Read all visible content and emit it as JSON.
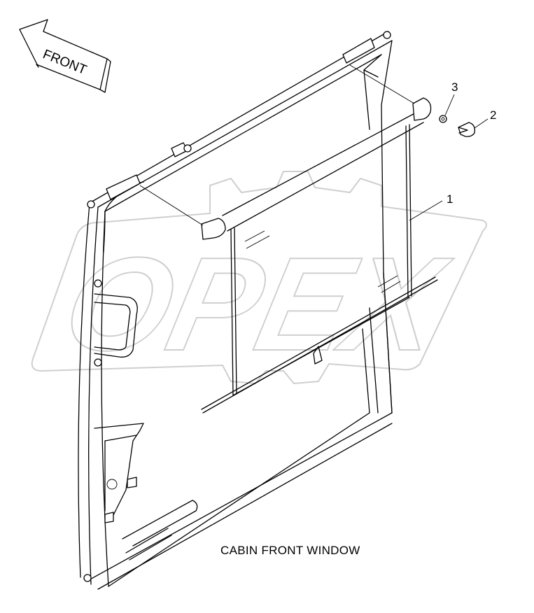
{
  "caption": "CABIN FRONT WINDOW",
  "direction_arrow": {
    "label": "FRONT"
  },
  "callouts": [
    {
      "label": "1"
    },
    {
      "label": "2"
    },
    {
      "label": "3"
    }
  ],
  "watermark": {
    "text": "OPEX"
  }
}
